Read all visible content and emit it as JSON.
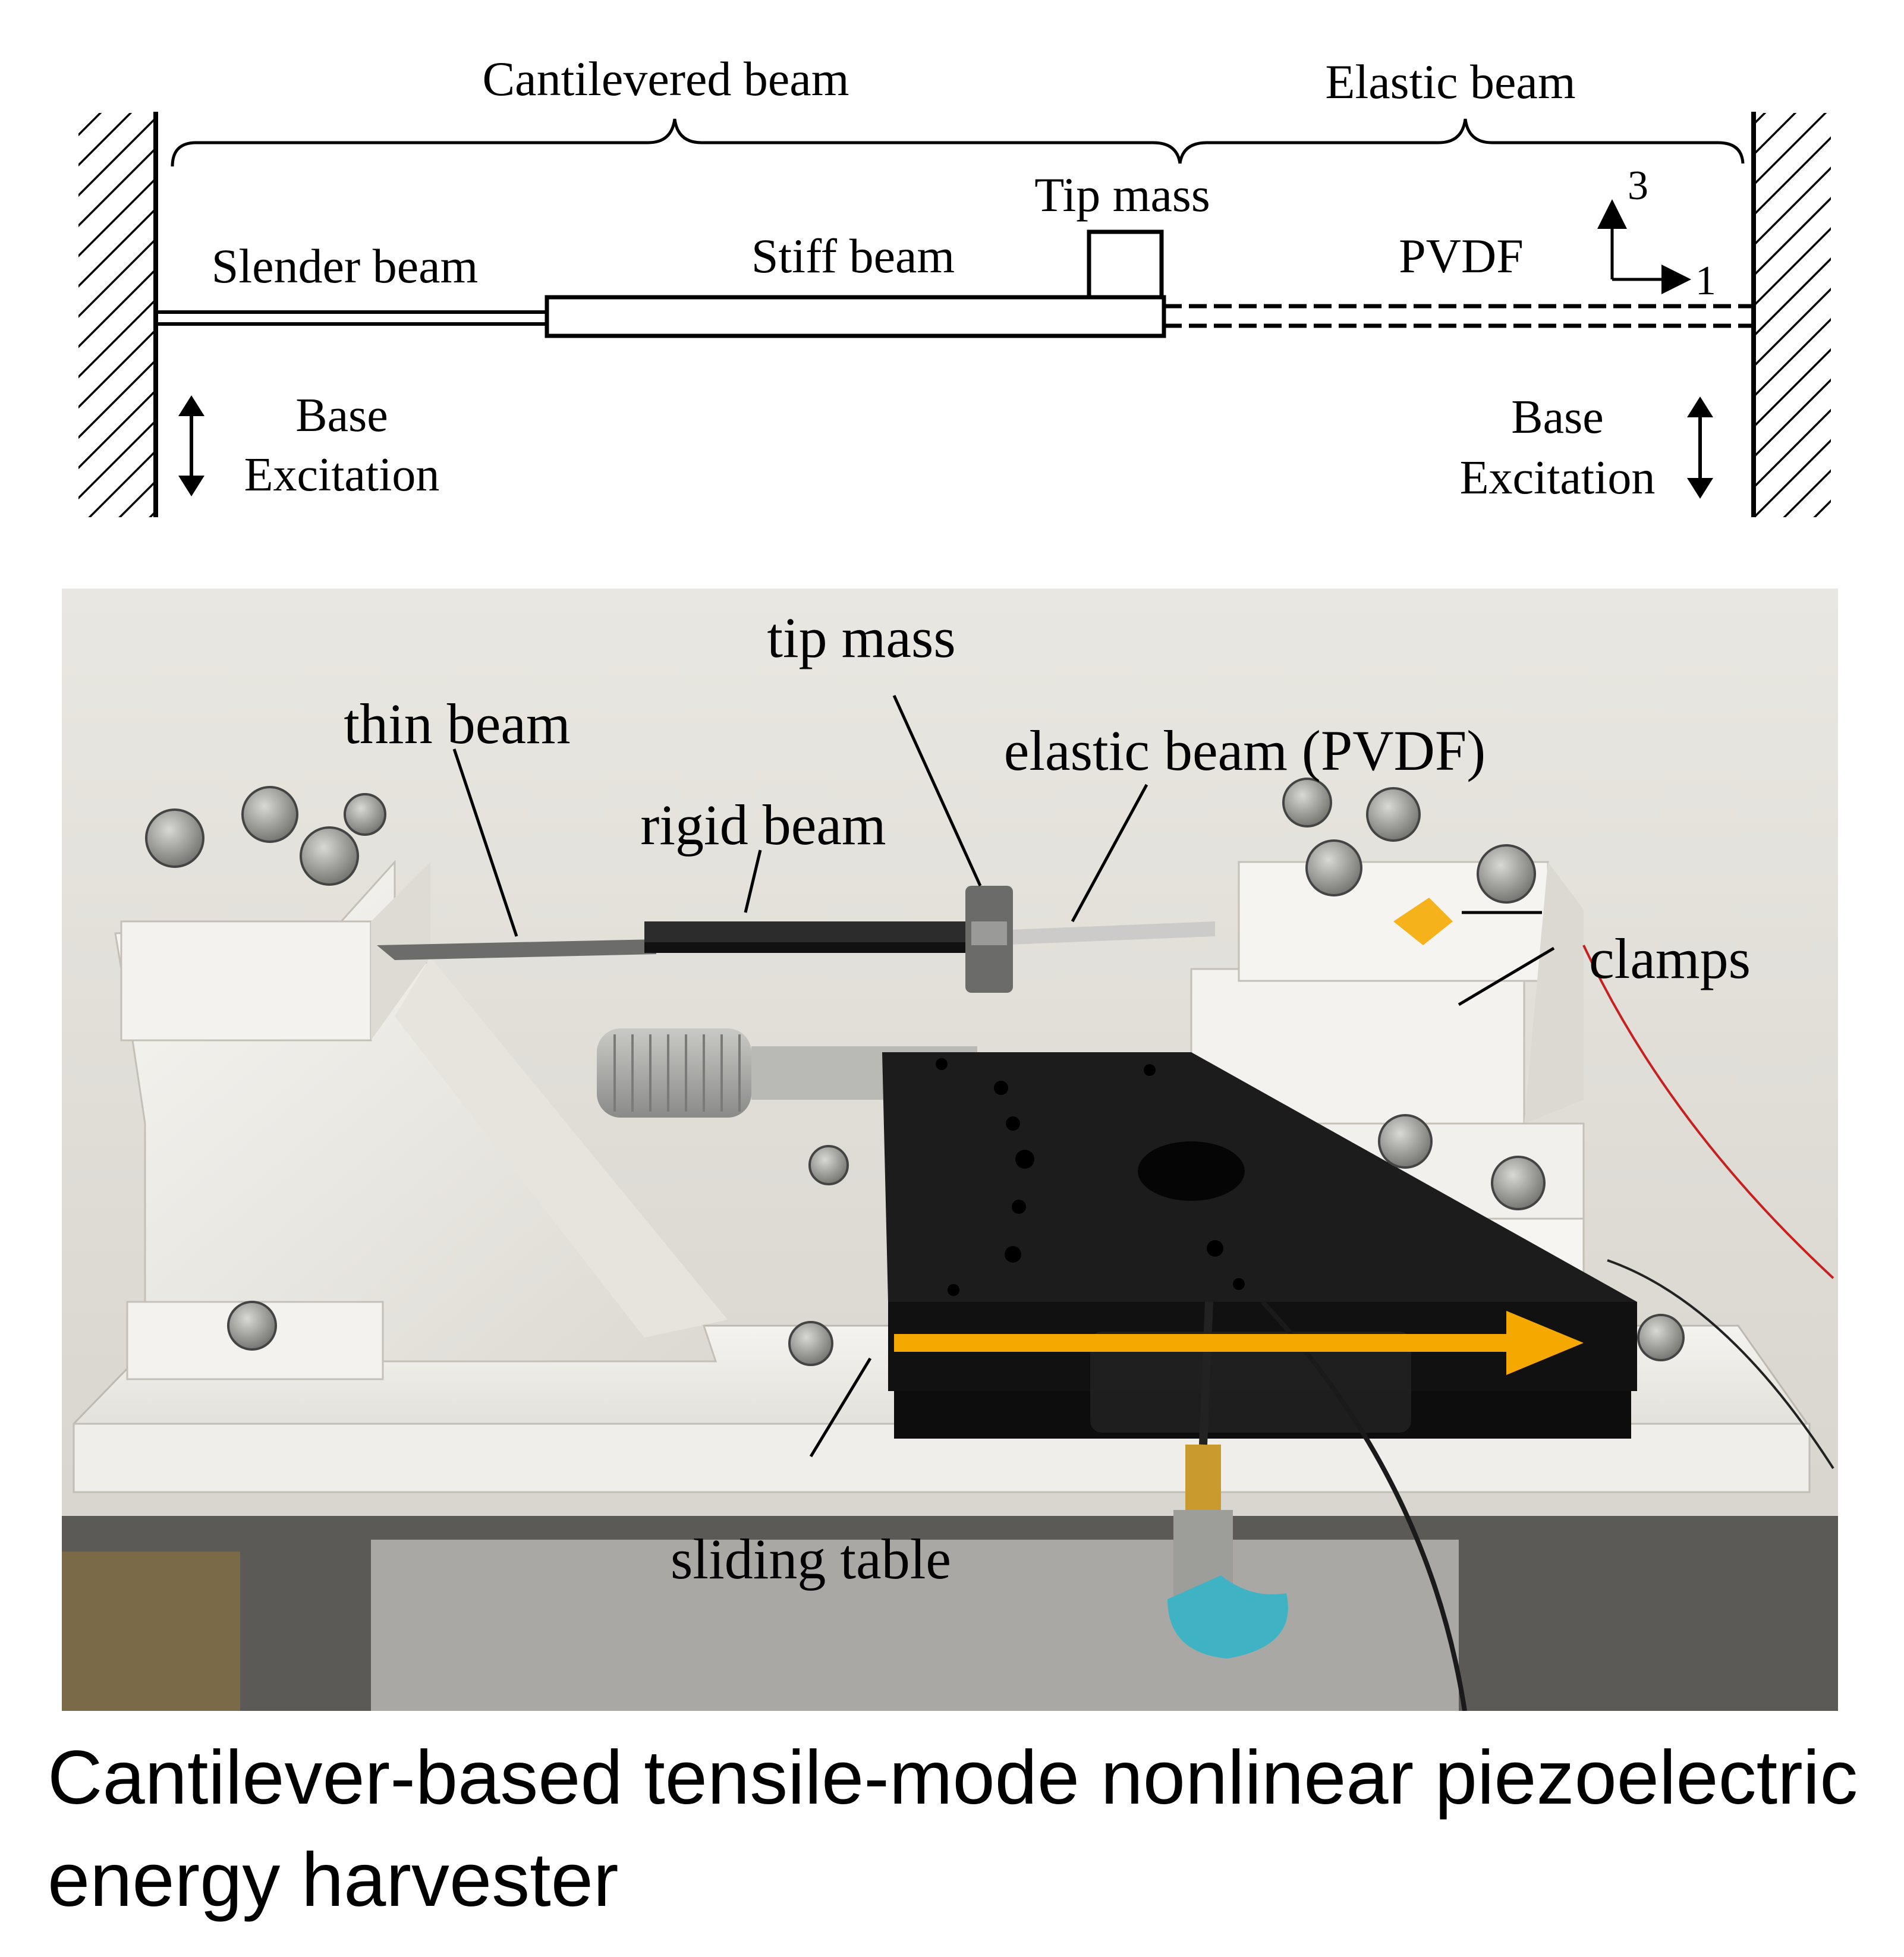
{
  "schematic": {
    "labels": {
      "cantilevered_beam": "Cantilevered beam",
      "elastic_beam": "Elastic beam",
      "tip_mass": "Tip mass",
      "slender_beam": "Slender beam",
      "stiff_beam": "Stiff beam",
      "pvdf": "PVDF",
      "axis_3": "3",
      "axis_1": "1",
      "base_left_line1": "Base",
      "base_left_line2": "Excitation",
      "base_right_line1": "Base",
      "base_right_line2": "Excitation"
    }
  },
  "photo": {
    "labels": {
      "tip_mass": "tip mass",
      "thin_beam": "thin beam",
      "elastic_beam": "elastic beam (PVDF)",
      "rigid_beam": "rigid beam",
      "clamps": "clamps",
      "sliding_table": "sliding table"
    },
    "colors": {
      "arrow": "#f5a800",
      "plastic": "#f1efe9",
      "table": "#161616",
      "wall": "#e6e3dc"
    }
  },
  "caption": "Cantilever-based tensile-mode nonlinear piezoelectric energy harvester"
}
